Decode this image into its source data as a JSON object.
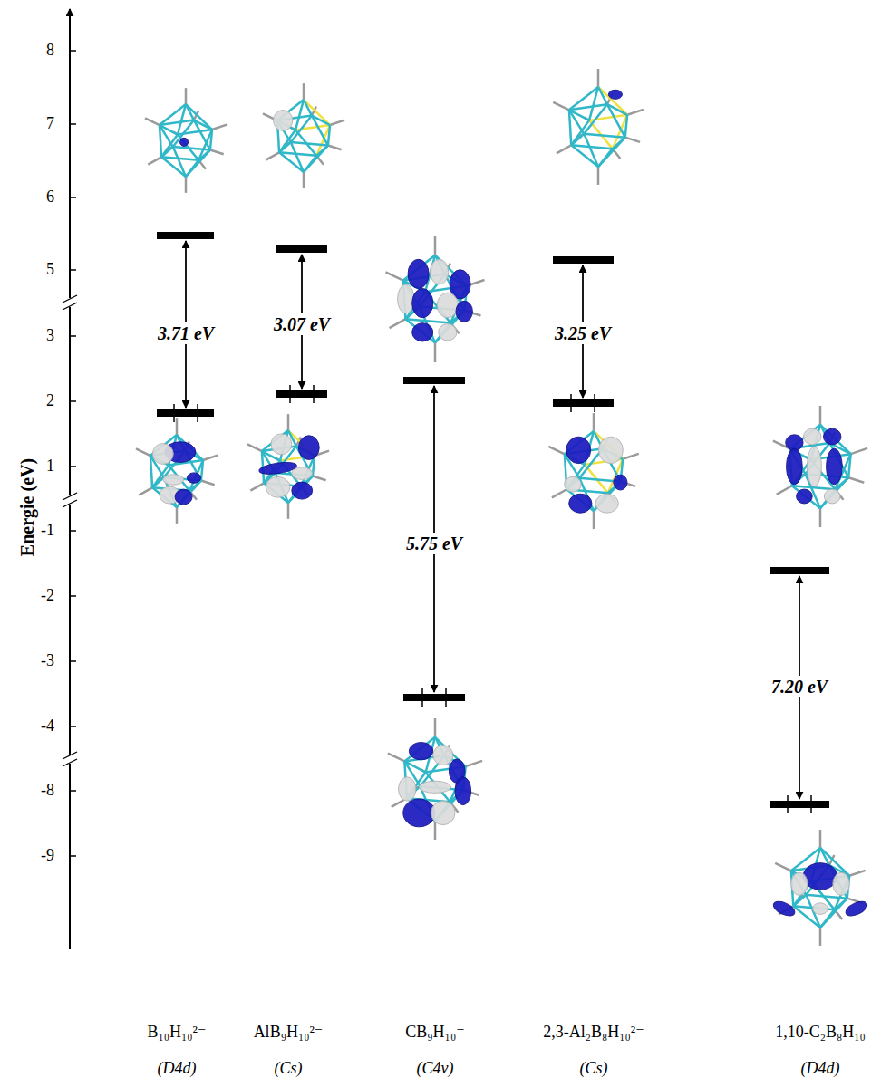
{
  "diagram": {
    "labels": [
      "8",
      "7",
      "6",
      "5",
      "3",
      "2",
      "1",
      "-1",
      "-2",
      "-3",
      "-4",
      "-8",
      "-9",
      "Energie (eV)",
      "3.71 eV",
      "3.07 eV",
      "5.75 eV",
      "3.25 eV",
      "7.20 eV",
      "B₁₀H₁₀²⁻",
      "(D4d)",
      "AlB₉H₁₀²⁻",
      "(Cs)",
      "CB₉H₁₀⁻",
      "(C4v)",
      "2,3-Al₂B₈H₁₀²⁻",
      "(Cs)",
      "1,10-C₂B₈H₁₀",
      "(D4d)"
    ]
  }
}
